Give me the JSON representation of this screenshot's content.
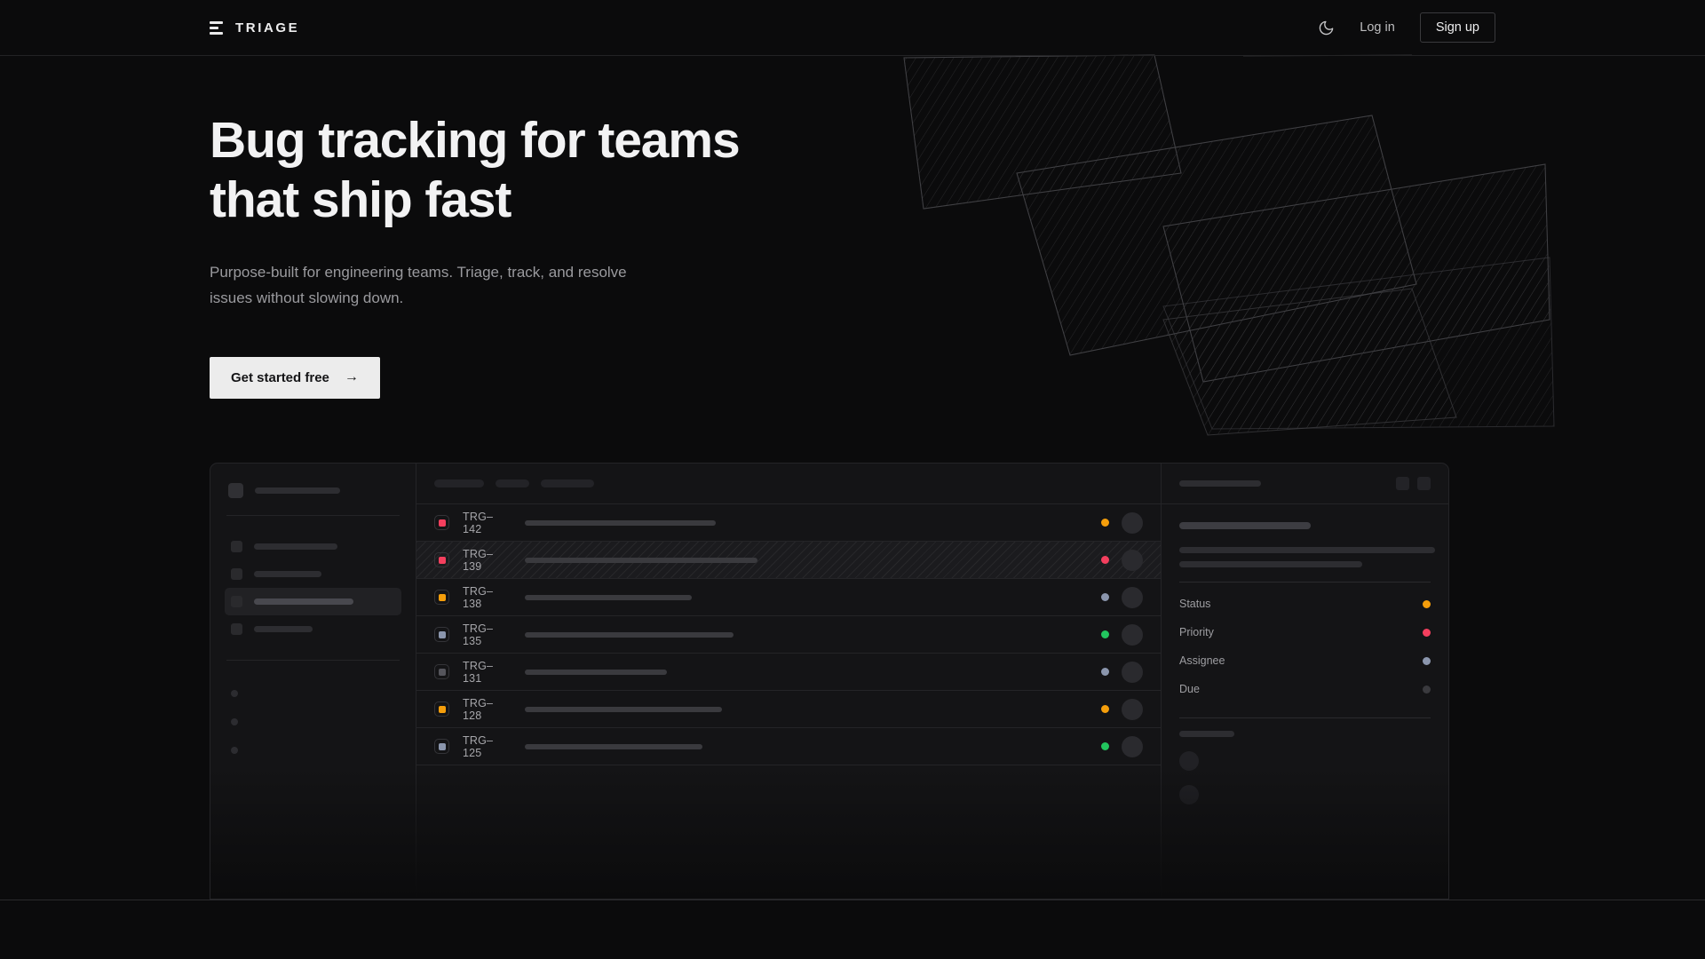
{
  "brand": {
    "name": "TRIAGE",
    "logo_icon": "stacked-bars-logo-icon"
  },
  "header": {
    "theme_toggle_icon": "moon-icon",
    "login_label": "Log in",
    "signup_label": "Sign up"
  },
  "hero": {
    "headline_line1": "Bug tracking for teams",
    "headline_line2": "that ship fast",
    "subhead": "Purpose-built for engineering teams. Triage, track, and resolve issues without slowing down.",
    "cta_label": "Get started free",
    "cta_arrow": "→"
  },
  "colors": {
    "page_bg": "#0b0b0c",
    "panel_bg": "#141416",
    "border": "#242427",
    "text_primary": "#f2f2f3",
    "text_muted": "#9a9a9e",
    "cta_bg": "#ececec",
    "accent_orange": "#f59e0b",
    "accent_pink": "#f43f5e",
    "accent_green": "#22c55e",
    "accent_slate": "#8b96ad",
    "accent_grey": "#55555c"
  },
  "app": {
    "sidebar": {
      "workspace_skeleton_width": 96,
      "nav_items": [
        {
          "label_width": 94,
          "active": false
        },
        {
          "label_width": 76,
          "active": false
        },
        {
          "label_width": 112,
          "active": true
        },
        {
          "label_width": 66,
          "active": false
        }
      ],
      "section_label_width": 64,
      "sub_items": [
        {
          "id": "sub-1"
        },
        {
          "id": "sub-2"
        },
        {
          "id": "sub-3"
        }
      ]
    },
    "list": {
      "toolbar_chips": [
        56,
        38,
        60
      ],
      "rows": [
        {
          "id": "TRG–142",
          "badge": "#f43f5e",
          "title_width": 215,
          "status": "#f59e0b",
          "selected": false
        },
        {
          "id": "TRG–139",
          "badge": "#f43f5e",
          "title_width": 262,
          "status": "#f43f5e",
          "selected": true
        },
        {
          "id": "TRG–138",
          "badge": "#f59e0b",
          "title_width": 188,
          "status": "#8b96ad",
          "selected": false
        },
        {
          "id": "TRG–135",
          "badge": "#8b96ad",
          "title_width": 235,
          "status": "#22c55e",
          "selected": false
        },
        {
          "id": "TRG–131",
          "badge": "#55555c",
          "title_width": 160,
          "status": "#8b96ad",
          "selected": false
        },
        {
          "id": "TRG–128",
          "badge": "#f59e0b",
          "title_width": 222,
          "status": "#f59e0b",
          "selected": false
        },
        {
          "id": "TRG–125",
          "badge": "#8b96ad",
          "title_width": 200,
          "status": "#22c55e",
          "selected": false
        }
      ]
    },
    "detail": {
      "header_skeleton_width": 92,
      "header_icons": [
        "expand-icon",
        "more-icon"
      ],
      "title_skeleton_width": 148,
      "body_skeleton_widths": [
        288,
        206
      ],
      "meta": [
        {
          "label": "Status",
          "value_color": "#f59e0b"
        },
        {
          "label": "Priority",
          "value_color": "#f43f5e"
        },
        {
          "label": "Assignee",
          "value_color": "#8b96ad"
        },
        {
          "label": "Due",
          "value_color": "#3a3a3e"
        }
      ],
      "comments_label_width": 62,
      "comment_avatars": 2
    }
  }
}
